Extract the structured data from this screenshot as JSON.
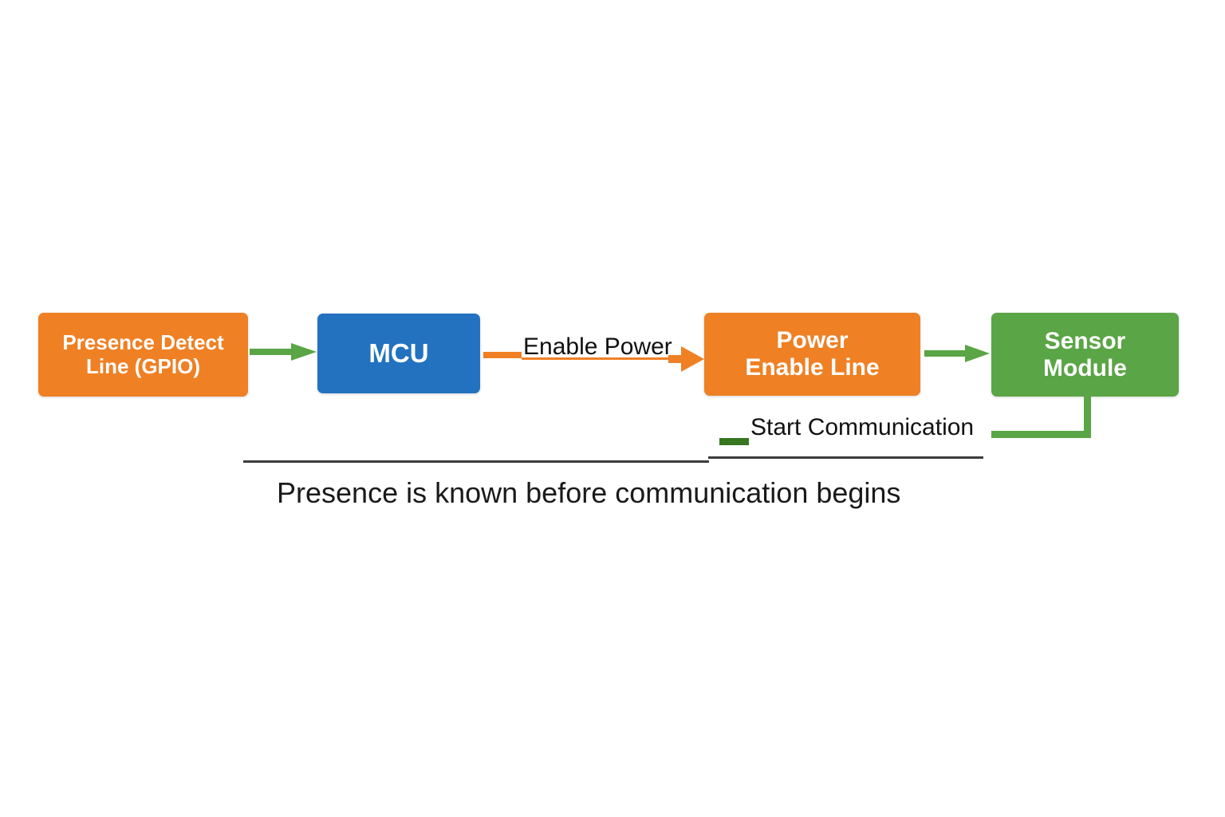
{
  "diagram": {
    "background": "#ffffff",
    "colors": {
      "orange": "#ef8024",
      "blue": "#2272c0",
      "green": "#5aa545",
      "dark_green": "#36771f",
      "rule": "#3c3c3c",
      "text_dark": "#1a1a1a",
      "text_light": "#ffffff"
    },
    "nodes": [
      {
        "id": "presence-detect-line",
        "line1": "Presence Detect",
        "line2": "Line (GPIO)",
        "color": "#ef8024"
      },
      {
        "id": "mcu",
        "line1": "MCU",
        "line2": "",
        "color": "#2272c0"
      },
      {
        "id": "power-enable-line",
        "line1": "Power",
        "line2": "Enable Line",
        "color": "#ef8024"
      },
      {
        "id": "sensor-module",
        "line1": "Sensor",
        "line2": "Module",
        "color": "#5aa545"
      }
    ],
    "edges": [
      {
        "id": "presence-to-mcu",
        "label": "",
        "color": "#5aa545",
        "style": "arrow"
      },
      {
        "id": "mcu-to-power",
        "label": "Enable Power",
        "color": "#ef8024",
        "style": "arrow"
      },
      {
        "id": "power-to-sensor",
        "label": "",
        "color": "#5aa545",
        "style": "arrow"
      },
      {
        "id": "sensor-to-start-communication",
        "label": "Start Communication",
        "color": "#5aa545",
        "style": "elbow"
      }
    ],
    "caption": "Presence is known before communication begins"
  }
}
